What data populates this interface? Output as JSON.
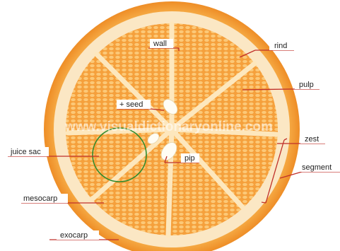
{
  "labels": {
    "wall": "wall",
    "rind": "rind",
    "pulp": "pulp",
    "seed": "+ seed",
    "zest": "zest",
    "segment": "segment",
    "juice_sac": "juice sac",
    "pip": "pip",
    "mesocarp": "mesocarp",
    "exocarp": "exocarp"
  },
  "watermark": "www.visualdictionaryonline.com",
  "colors": {
    "pulp": "#f7a440",
    "pulp_light": "#fcc877",
    "segment_wall": "#fde7bd",
    "albedo": "#fbe7c4",
    "rind": "#f6a640",
    "leader_line": "#c0302a",
    "juice_sac_outline": "#2e8b2e",
    "pip": "#fffdf5"
  }
}
